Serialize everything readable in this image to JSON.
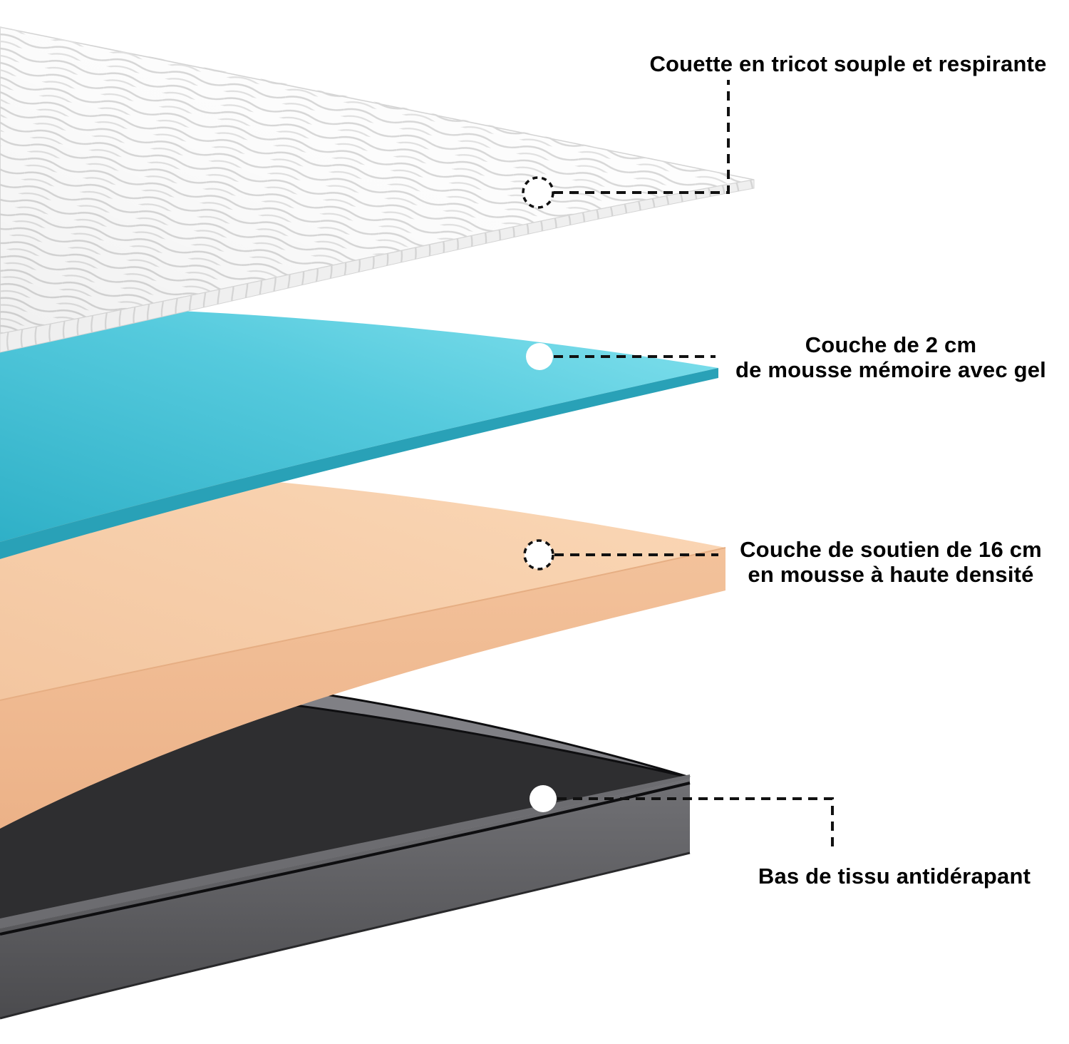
{
  "diagram": {
    "type": "mattress-layers-exploded-view",
    "annotation_color": "#111111",
    "background": "#ffffff",
    "layers": [
      {
        "id": "cover",
        "label_lines": [
          "Couette en tricot souple et respirante"
        ],
        "color": "#ffffff"
      },
      {
        "id": "gel-memory-foam",
        "label_lines": [
          "Couche de 2 cm",
          "de mousse mémoire avec gel"
        ],
        "color": "#45c2d8"
      },
      {
        "id": "high-density-support-foam",
        "label_lines": [
          "Couche de soutien de 16 cm",
          "en mousse à haute densité"
        ],
        "color": "#f6cba6"
      },
      {
        "id": "non-slip-fabric-bottom",
        "label_lines": [
          "Bas de tissu antidérapant"
        ],
        "color": "#4b4b4e"
      }
    ]
  }
}
